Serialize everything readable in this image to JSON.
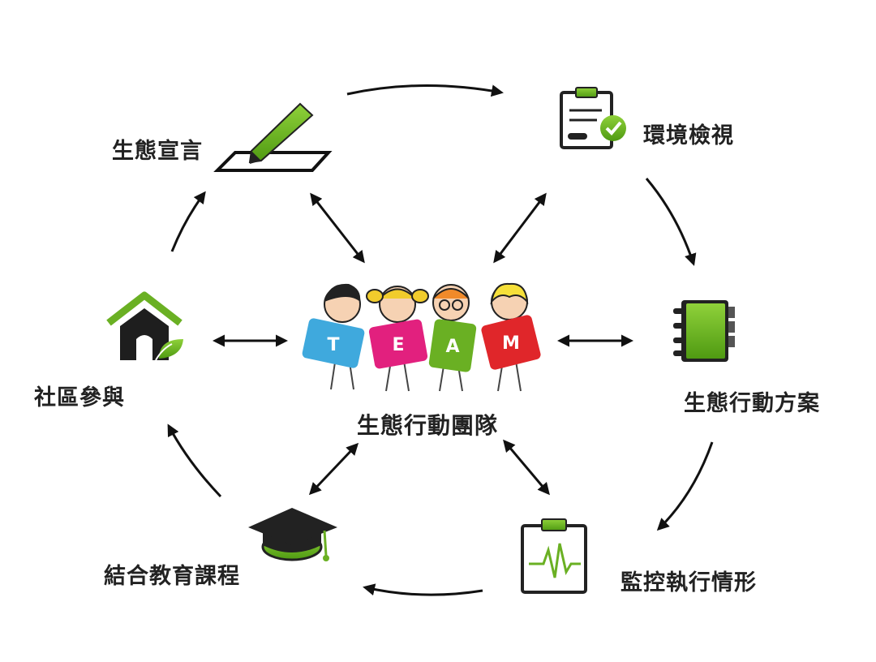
{
  "center": {
    "label": "生態行動團隊",
    "logo_letters": [
      "T",
      "E",
      "A",
      "M"
    ]
  },
  "nodes": [
    {
      "id": "declaration",
      "label": "生態宣言",
      "icon": "pen-signing-icon"
    },
    {
      "id": "env-review",
      "label": "環境檢視",
      "icon": "clipboard-check-icon"
    },
    {
      "id": "action-plan",
      "label": "生態行動方案",
      "icon": "notebook-icon"
    },
    {
      "id": "monitoring",
      "label": "監控執行情形",
      "icon": "heart-monitor-clipboard-icon"
    },
    {
      "id": "curriculum",
      "label": "結合教育課程",
      "icon": "graduation-cap-icon"
    },
    {
      "id": "community",
      "label": "社區參與",
      "icon": "eco-house-icon"
    }
  ],
  "colors": {
    "accent_green": "#6ab023",
    "dark": "#1e1e1e",
    "arrow": "#111111"
  }
}
